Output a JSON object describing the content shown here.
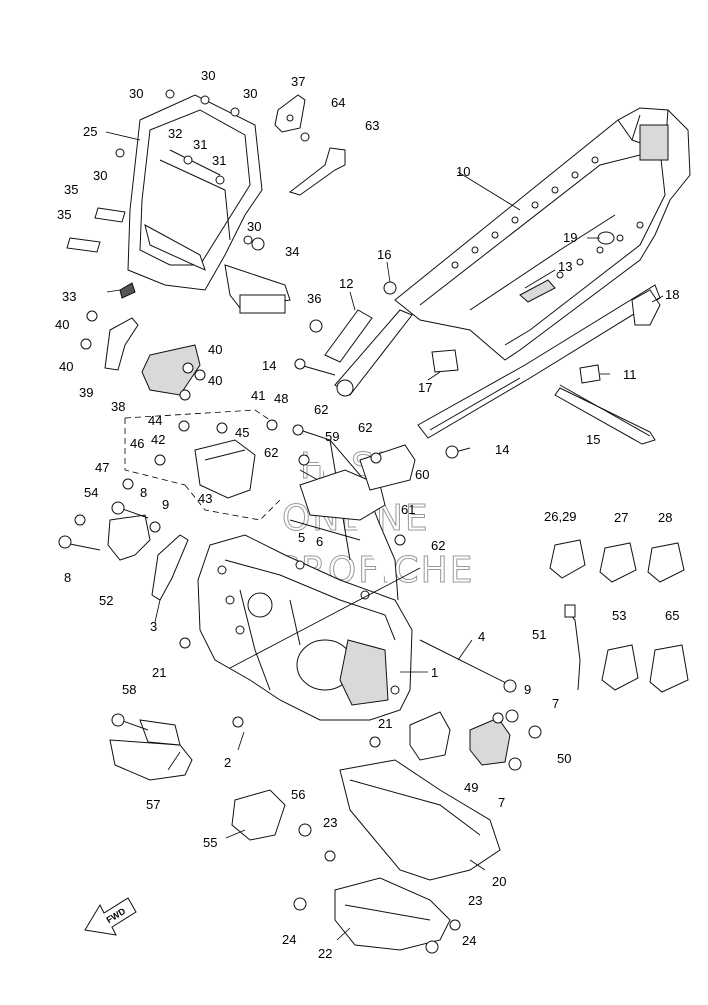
{
  "watermark": {
    "line1": "HLSM",
    "line2": "ONLINE",
    "line3": "MICROFICHE"
  },
  "fwd_label": "FWD",
  "callouts": [
    {
      "id": "c1",
      "text": "1"
    },
    {
      "id": "c2",
      "text": "2"
    },
    {
      "id": "c3",
      "text": "3"
    },
    {
      "id": "c4",
      "text": "4"
    },
    {
      "id": "c5",
      "text": "5"
    },
    {
      "id": "c6",
      "text": "6"
    },
    {
      "id": "c7a",
      "text": "7"
    },
    {
      "id": "c7b",
      "text": "7"
    },
    {
      "id": "c8a",
      "text": "8"
    },
    {
      "id": "c8b",
      "text": "8"
    },
    {
      "id": "c9a",
      "text": "9"
    },
    {
      "id": "c9b",
      "text": "9"
    },
    {
      "id": "c10",
      "text": "10"
    },
    {
      "id": "c11",
      "text": "11"
    },
    {
      "id": "c12",
      "text": "12"
    },
    {
      "id": "c13",
      "text": "13"
    },
    {
      "id": "c14a",
      "text": "14"
    },
    {
      "id": "c14b",
      "text": "14"
    },
    {
      "id": "c15",
      "text": "15"
    },
    {
      "id": "c16",
      "text": "16"
    },
    {
      "id": "c17",
      "text": "17"
    },
    {
      "id": "c18",
      "text": "18"
    },
    {
      "id": "c19",
      "text": "19"
    },
    {
      "id": "c20",
      "text": "20"
    },
    {
      "id": "c21a",
      "text": "21"
    },
    {
      "id": "c21b",
      "text": "21"
    },
    {
      "id": "c22",
      "text": "22"
    },
    {
      "id": "c23a",
      "text": "23"
    },
    {
      "id": "c23b",
      "text": "23"
    },
    {
      "id": "c24a",
      "text": "24"
    },
    {
      "id": "c24b",
      "text": "24"
    },
    {
      "id": "c25",
      "text": "25"
    },
    {
      "id": "c2629",
      "text": "26,29"
    },
    {
      "id": "c27",
      "text": "27"
    },
    {
      "id": "c28",
      "text": "28"
    },
    {
      "id": "c30a",
      "text": "30"
    },
    {
      "id": "c30b",
      "text": "30"
    },
    {
      "id": "c30c",
      "text": "30"
    },
    {
      "id": "c30d",
      "text": "30"
    },
    {
      "id": "c30e",
      "text": "30"
    },
    {
      "id": "c31a",
      "text": "31"
    },
    {
      "id": "c31b",
      "text": "31"
    },
    {
      "id": "c32",
      "text": "32"
    },
    {
      "id": "c33",
      "text": "33"
    },
    {
      "id": "c34",
      "text": "34"
    },
    {
      "id": "c35a",
      "text": "35"
    },
    {
      "id": "c35b",
      "text": "35"
    },
    {
      "id": "c36",
      "text": "36"
    },
    {
      "id": "c37",
      "text": "37"
    },
    {
      "id": "c38",
      "text": "38"
    },
    {
      "id": "c39",
      "text": "39"
    },
    {
      "id": "c40a",
      "text": "40"
    },
    {
      "id": "c40b",
      "text": "40"
    },
    {
      "id": "c40c",
      "text": "40"
    },
    {
      "id": "c40d",
      "text": "40"
    },
    {
      "id": "c41",
      "text": "41"
    },
    {
      "id": "c42",
      "text": "42"
    },
    {
      "id": "c43",
      "text": "43"
    },
    {
      "id": "c44",
      "text": "44"
    },
    {
      "id": "c45",
      "text": "45"
    },
    {
      "id": "c46",
      "text": "46"
    },
    {
      "id": "c47",
      "text": "47"
    },
    {
      "id": "c48",
      "text": "48"
    },
    {
      "id": "c49",
      "text": "49"
    },
    {
      "id": "c50",
      "text": "50"
    },
    {
      "id": "c51",
      "text": "51"
    },
    {
      "id": "c52",
      "text": "52"
    },
    {
      "id": "c53",
      "text": "53"
    },
    {
      "id": "c54",
      "text": "54"
    },
    {
      "id": "c55",
      "text": "55"
    },
    {
      "id": "c56",
      "text": "56"
    },
    {
      "id": "c57",
      "text": "57"
    },
    {
      "id": "c58",
      "text": "58"
    },
    {
      "id": "c59",
      "text": "59"
    },
    {
      "id": "c60",
      "text": "60"
    },
    {
      "id": "c61",
      "text": "61"
    },
    {
      "id": "c62a",
      "text": "62"
    },
    {
      "id": "c62b",
      "text": "62"
    },
    {
      "id": "c62c",
      "text": "62"
    },
    {
      "id": "c62d",
      "text": "62"
    },
    {
      "id": "c63",
      "text": "63"
    },
    {
      "id": "c64",
      "text": "64"
    },
    {
      "id": "c65",
      "text": "65"
    }
  ]
}
